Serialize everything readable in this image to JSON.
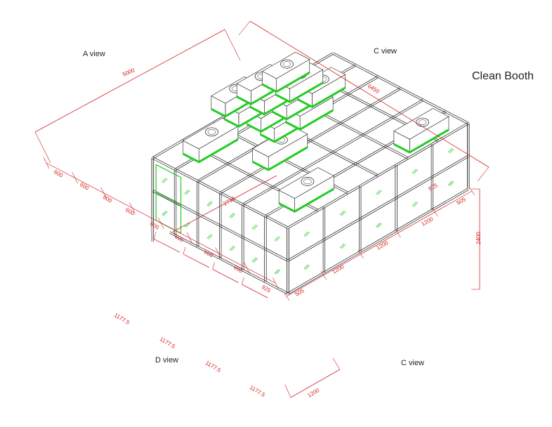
{
  "title": "Clean Booth",
  "view_labels": {
    "a_view": "A view",
    "c_view_top": "C view",
    "d_view": "D view",
    "c_view_bottom": "C view"
  },
  "dimensions": {
    "overall_left": "5000",
    "overall_right": "6450",
    "height": "2400",
    "inner": "2710",
    "d_modules": [
      "1177.5",
      "1177.5",
      "1177.5",
      "1177.5"
    ],
    "c_bottom": "1200",
    "top_left_modules": [
      "600",
      "600",
      "600",
      "600",
      "600",
      "600",
      "600",
      "600"
    ],
    "right_small": [
      "505",
      "925",
      "1200",
      "1200",
      "1200"
    ],
    "front_small": [
      "505",
      "925"
    ]
  },
  "colors": {
    "frame": "#1a1a1a",
    "dimension": "#d42020",
    "highlight": "#22cc22",
    "background": "#ffffff"
  }
}
